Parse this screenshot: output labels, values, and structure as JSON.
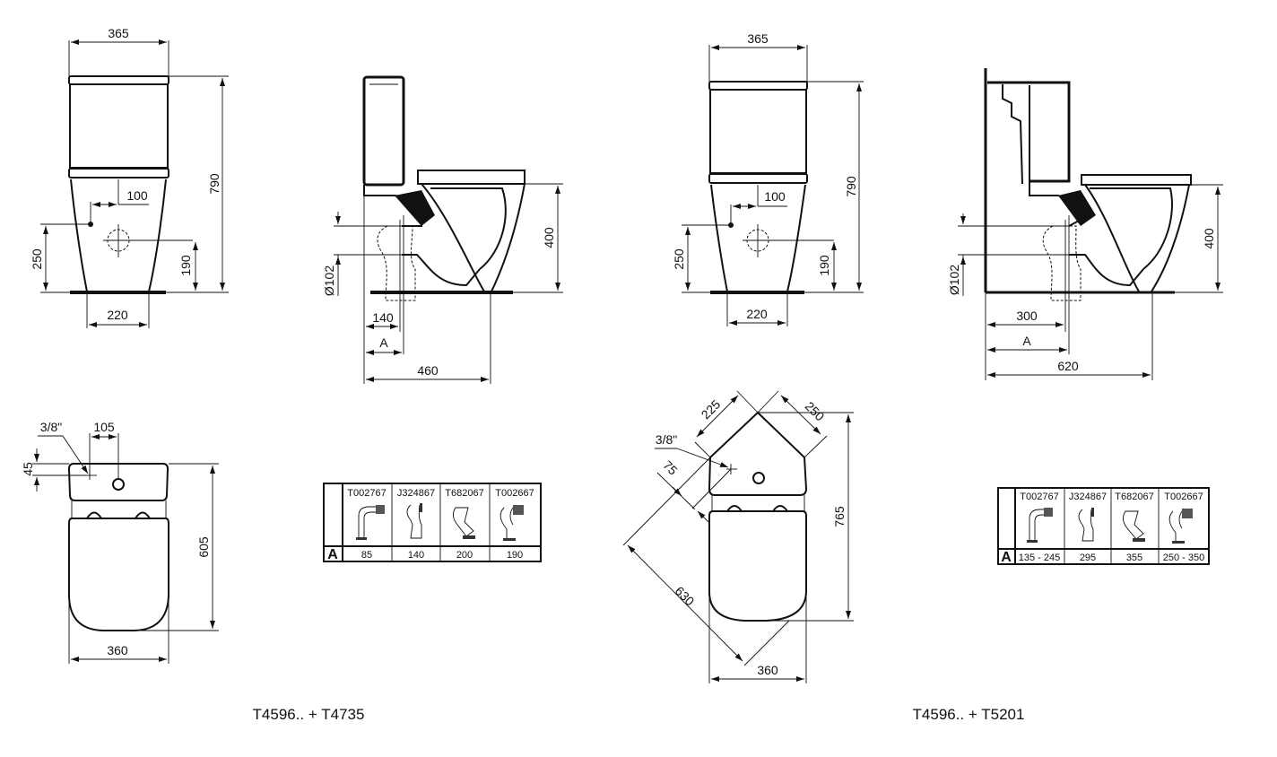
{
  "drawing_sets": [
    {
      "label": "T4596.. + T4735",
      "front_view": {
        "top_width": "365",
        "height": "790",
        "inlet_offset": "100",
        "inlet_height": "250",
        "outlet_height": "190",
        "base_width": "220"
      },
      "side_view": {
        "outlet_diameter": "Ø102",
        "seat_height": "400",
        "wall_to_outlet": "140",
        "wall_dimension_A": "A",
        "depth": "460"
      },
      "top_view": {
        "water_inlet": "3/8\"",
        "inlet_offset": "105",
        "inlet_depth": "45",
        "length": "605",
        "width": "360"
      },
      "pan_connector_table": {
        "row_label": "A",
        "columns": [
          {
            "code": "T002767",
            "value": "85"
          },
          {
            "code": "J324867",
            "value": "140"
          },
          {
            "code": "T682067",
            "value": "200"
          },
          {
            "code": "T002667",
            "value": "190"
          }
        ]
      }
    },
    {
      "label": "T4596.. + T5201",
      "front_view": {
        "top_width": "365",
        "height": "790",
        "inlet_offset": "100",
        "inlet_height": "250",
        "outlet_height": "190",
        "base_width": "220"
      },
      "side_view": {
        "outlet_diameter": "Ø102",
        "seat_height": "400",
        "wall_to_outlet": "300",
        "wall_dimension_A": "A",
        "depth": "620"
      },
      "top_view": {
        "water_inlet": "3/8\"",
        "side_a": "225",
        "side_b": "250",
        "inlet_offset": "75",
        "diagonal": "630",
        "length": "765",
        "width": "360"
      },
      "pan_connector_table": {
        "row_label": "A",
        "columns": [
          {
            "code": "T002767",
            "value": "135 - 245"
          },
          {
            "code": "J324867",
            "value": "295"
          },
          {
            "code": "T682067",
            "value": "355"
          },
          {
            "code": "T002667",
            "value": "250 - 350"
          }
        ]
      }
    }
  ]
}
